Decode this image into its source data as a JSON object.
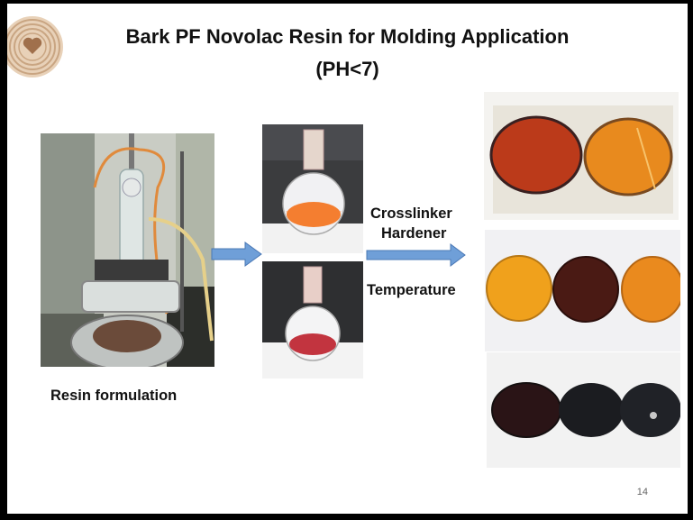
{
  "slide": {
    "title": "Bark PF Novolac Resin for Molding Application",
    "subtitle": "(PH<7)",
    "label_resin": "Resin formulation",
    "label_crosslinker": "Crosslinker",
    "label_hardener": "Hardener",
    "label_temperature": "Temperature",
    "page_number": "14"
  },
  "icons": {
    "logo": "heart-tree-rings-logo",
    "arrows": "right-arrow-icon"
  },
  "colors": {
    "arrow_fill": "#6f9fd8",
    "arrow_stroke": "#4a78b5",
    "logo_ring": "#d9b99a",
    "logo_heart": "#a0704c"
  }
}
